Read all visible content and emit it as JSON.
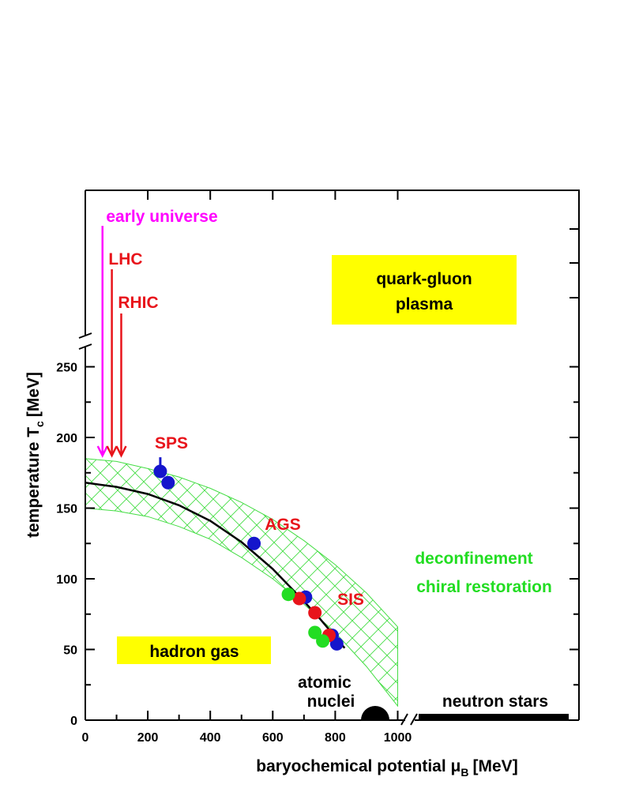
{
  "chart_data": {
    "type": "scatter",
    "title": "",
    "xlabel": "baryochemical potential μ",
    "xlabel_sub": "B",
    "xlabel_unit": "[MeV]",
    "ylabel": "temperature T",
    "ylabel_sub": "c",
    "ylabel_unit": "[MeV]",
    "xlim": [
      0,
      1000
    ],
    "ylim": [
      0,
      250
    ],
    "x_ticks": [
      0,
      200,
      400,
      600,
      800,
      1000
    ],
    "x_tick_labels": [
      "0",
      "200",
      "400",
      "600",
      "800",
      "1000"
    ],
    "y_ticks": [
      0,
      50,
      100,
      150,
      200,
      250
    ],
    "y_tick_labels": [
      "0",
      "50",
      "100",
      "150",
      "200",
      "250"
    ],
    "axis_breaks": [
      "y above 250",
      "x between ~1000 and neutron stars"
    ],
    "grid": false,
    "colors": {
      "magenta": "#ff00ff",
      "red": "#e8141b",
      "green": "#22dd22",
      "blue": "#1515cc",
      "yellow": "#ffff00",
      "black": "#000000",
      "band": "#44dd44"
    },
    "freezeout_curve": {
      "x": [
        0,
        100,
        200,
        300,
        400,
        500,
        600,
        700,
        750,
        800,
        830
      ],
      "y": [
        168,
        165,
        160,
        152,
        141,
        126,
        107,
        84,
        72,
        59,
        51
      ]
    },
    "transition_band": {
      "upper": {
        "x": [
          0,
          100,
          200,
          300,
          400,
          500,
          600,
          700,
          800,
          900,
          1000
        ],
        "y": [
          185,
          183,
          178,
          172,
          164,
          154,
          142,
          127,
          110,
          90,
          66
        ]
      },
      "lower": {
        "x": [
          0,
          100,
          200,
          300,
          400,
          500,
          600,
          700,
          800,
          900,
          1000
        ],
        "y": [
          150,
          148,
          144,
          137,
          128,
          115,
          100,
          82,
          62,
          38,
          10
        ]
      }
    },
    "series": [
      {
        "points": [
          [
            240,
            176
          ],
          [
            265,
            168
          ],
          [
            540,
            125
          ],
          [
            705,
            87
          ],
          [
            790,
            60
          ],
          [
            805,
            54
          ]
        ],
        "color": "blue"
      },
      {
        "points": [
          [
            685,
            86
          ],
          [
            735,
            76
          ],
          [
            780,
            60
          ]
        ],
        "color": "red"
      },
      {
        "points": [
          [
            650,
            89
          ],
          [
            735,
            62
          ],
          [
            760,
            56
          ]
        ],
        "color": "green"
      }
    ],
    "error_bars": [
      {
        "x": 240,
        "y_low": 176,
        "y_high": 186
      }
    ],
    "arrows": [
      {
        "label": "early universe",
        "x": 55,
        "color": "magenta"
      },
      {
        "label": "LHC",
        "x": 85,
        "color": "red"
      },
      {
        "label": "RHIC",
        "x": 115,
        "color": "red"
      }
    ],
    "labels": {
      "qgp_line1": "quark-gluon",
      "qgp_line2": "plasma",
      "hadron_gas": "hadron gas",
      "sps": "SPS",
      "ags": "AGS",
      "sis": "SIS",
      "deconfinement": "deconfinement",
      "chiral": "chiral restoration",
      "atomic1": "atomic",
      "atomic2": "nuclei",
      "neutron_stars": "neutron stars"
    }
  }
}
